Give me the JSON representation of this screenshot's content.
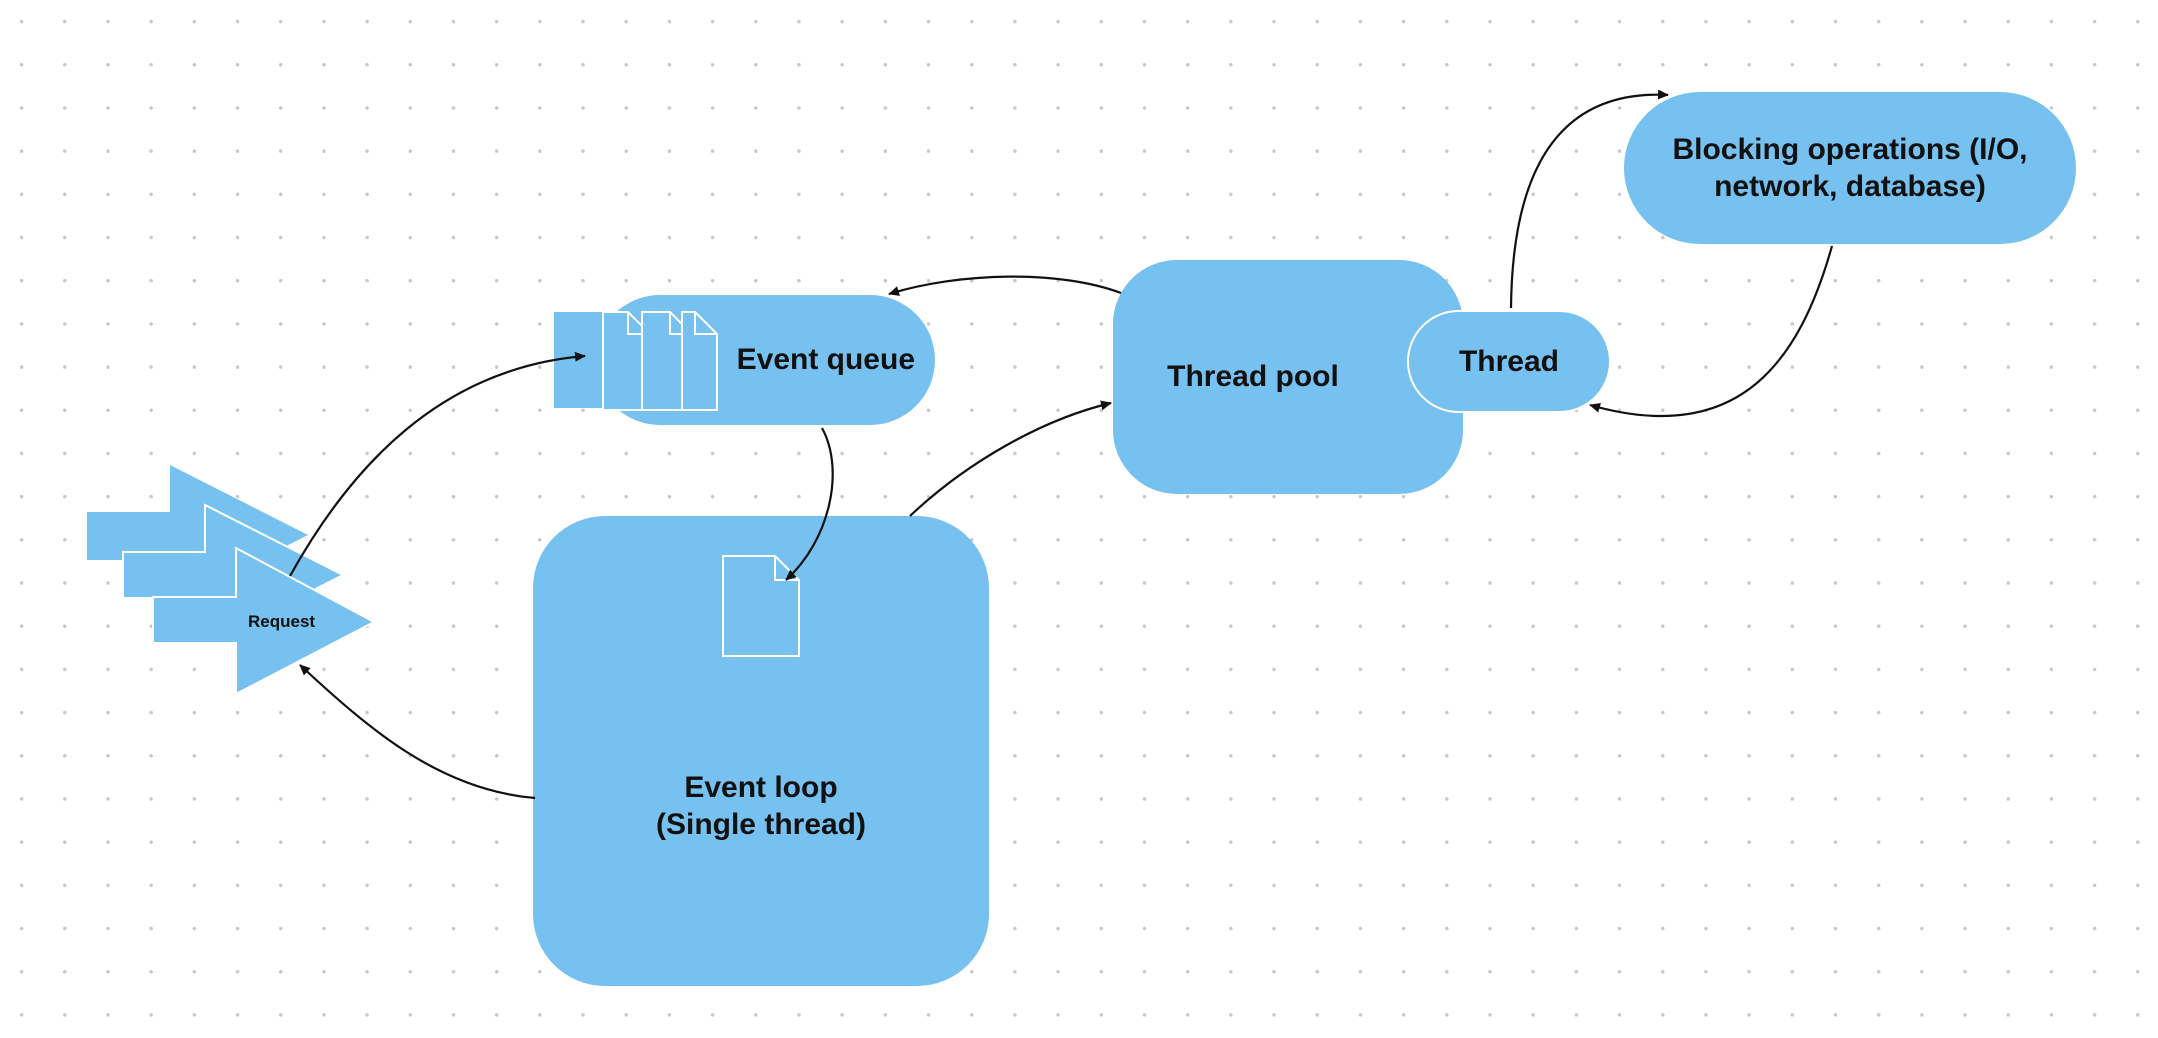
{
  "diagram": {
    "nodes": {
      "event_queue": "Event queue",
      "event_loop": "Event loop\n(Single thread)",
      "thread_pool": "Thread pool",
      "thread": "Thread",
      "blocking": "Blocking operations (I/O,\nnetwork, database)",
      "request": "Request"
    },
    "edges": [
      {
        "from": "request",
        "to": "event_queue"
      },
      {
        "from": "event_queue",
        "to": "event_loop"
      },
      {
        "from": "event_loop",
        "to": "thread_pool"
      },
      {
        "from": "thread_pool",
        "to": "event_queue"
      },
      {
        "from": "thread",
        "to": "blocking"
      },
      {
        "from": "blocking",
        "to": "thread"
      },
      {
        "from": "event_loop",
        "to": "request"
      }
    ],
    "colors": {
      "node_fill": "#76c1ef",
      "edge": "#111111",
      "background_dots": "#c9c9c9"
    }
  }
}
